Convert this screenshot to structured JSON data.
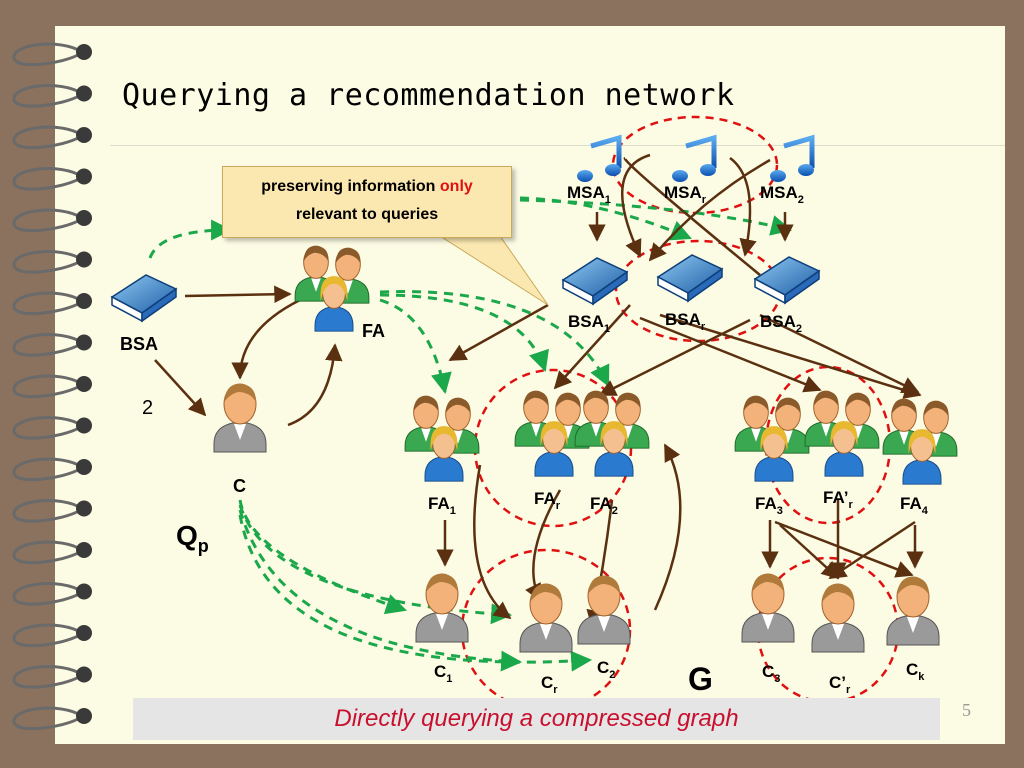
{
  "slide": {
    "title": "Querying a recommendation network",
    "callout": {
      "text_before": "preserving information ",
      "highlight": "only",
      "text_after": "relevant to queries"
    },
    "caption": "Directly querying a compressed graph",
    "page_number": "5"
  },
  "labels": {
    "bsa": "BSA",
    "fa": "FA",
    "c": "C",
    "two": "2",
    "qp": "Q",
    "qp_sub": "p",
    "msa1": "MSA",
    "msa1_sub": "1",
    "msar": "MSA",
    "msar_sub": "r",
    "msa2": "MSA",
    "msa2_sub": "2",
    "bsa1": "BSA",
    "bsa1_sub": "1",
    "bsar": "BSA",
    "bsar_sub": "r",
    "bsa2": "BSA",
    "bsa2_sub": "2",
    "fa1": "FA",
    "fa1_sub": "1",
    "far": "FA",
    "far_sub": "r",
    "fa2": "FA",
    "fa2_sub": "2",
    "fa3": "FA",
    "fa3_sub": "3",
    "far2": "FA’",
    "far2_sub": "r",
    "fa4": "FA",
    "fa4_sub": "4",
    "c1": "C",
    "c1_sub": "1",
    "cr": "C",
    "cr_sub": "r",
    "c2": "C",
    "c2_sub": "2",
    "c3": "C",
    "c3_sub": "3",
    "cr2": "C’",
    "cr2_sub": "r",
    "ck": "C",
    "ck_sub": "k",
    "g": "G"
  },
  "colors": {
    "arrow": "#5a3010",
    "dashed_green": "#1aa84a",
    "dashed_red": "#e01010",
    "highlight": "#e01010",
    "caption": "#c8102e"
  },
  "icons": [
    "music-note-icon",
    "book-icon",
    "person-icon",
    "group-icon"
  ]
}
